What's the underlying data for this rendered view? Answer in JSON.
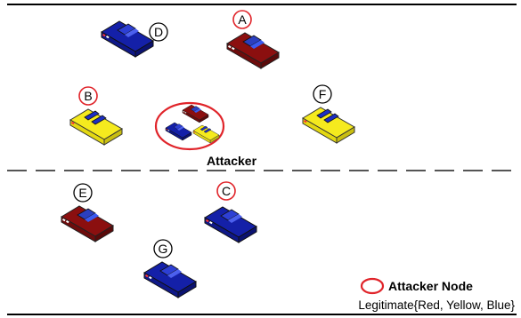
{
  "nodes": [
    {
      "label": "A",
      "car_color": "red",
      "label_ring": "red"
    },
    {
      "label": "B",
      "car_color": "yellow",
      "label_ring": "red"
    },
    {
      "label": "C",
      "car_color": "blue",
      "label_ring": "red"
    },
    {
      "label": "D",
      "car_color": "blue",
      "label_ring": "black"
    },
    {
      "label": "E",
      "car_color": "red",
      "label_ring": "black"
    },
    {
      "label": "F",
      "car_color": "yellow",
      "label_ring": "black"
    },
    {
      "label": "G",
      "car_color": "blue",
      "label_ring": "black"
    }
  ],
  "attacker_label": "Attacker",
  "legend": {
    "attacker_node": "Attacker Node",
    "legitimate": "Legitimate{Red, Yellow, Blue}"
  },
  "colors": {
    "red_body": "#8b0f0f",
    "red_stripe": "#2b3fbf",
    "blue_body": "#1420a8",
    "blue_stripe": "#2d3fd4",
    "yellow_body": "#f5ea1e",
    "yellow_stripe": "#1d2fc4",
    "attacker_ring": "#e0242a"
  }
}
